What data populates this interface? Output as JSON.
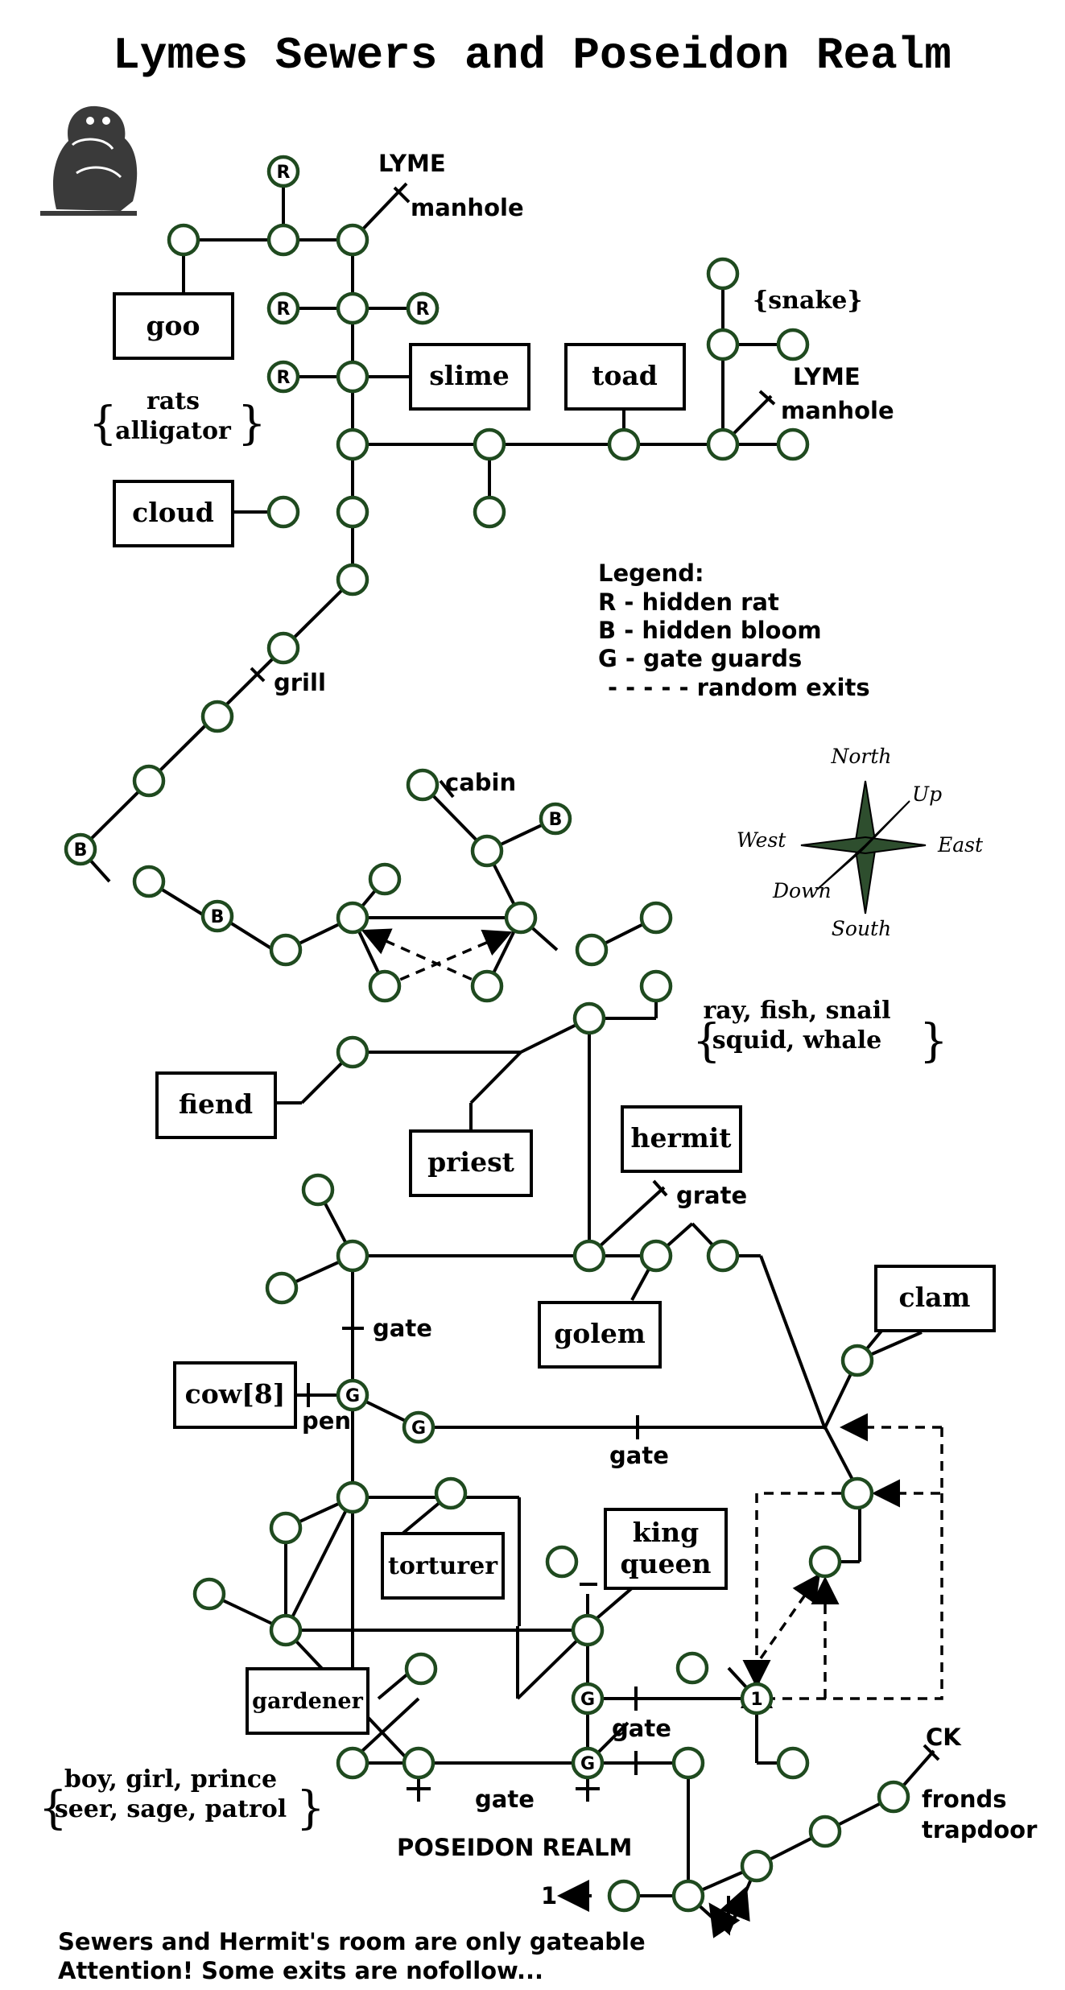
{
  "title": "Lymes Sewers and Poseidon Realm",
  "boxes": {
    "goo": "goo",
    "slime": "slime",
    "toad": "toad",
    "cloud": "cloud",
    "fiend": "fiend",
    "priest": "priest",
    "hermit": "hermit",
    "golem": "golem",
    "clam": "clam",
    "cow": "cow[8]",
    "torturer": "torturer",
    "king": "king",
    "queen": "queen",
    "gardener": "gardener"
  },
  "labels": {
    "lyme1": "LYME",
    "manhole1": "manhole",
    "lyme2": "LYME",
    "manhole2": "manhole",
    "snake": "{snake}",
    "grill": "grill",
    "cabin": "cabin",
    "grate": "grate",
    "gate1": "gate",
    "pen": "pen",
    "gate2": "gate",
    "gate3": "gate",
    "gate4": "gate",
    "realm": "POSEIDON REALM",
    "ck": "CK",
    "fronds": "fronds",
    "trapdoor": "trapdoor",
    "one_left": "1"
  },
  "groups": {
    "rats": [
      "rats",
      "alligator"
    ],
    "sea": [
      "ray, fish, snail",
      "squid, whale"
    ],
    "people": [
      "boy, girl, prince",
      "seer, sage, patrol"
    ]
  },
  "legend": {
    "header": "Legend:",
    "items": [
      "R - hidden rat",
      "B - hidden bloom",
      "G - gate guards",
      "- - - - -   random exits"
    ]
  },
  "compass": {
    "north": "North",
    "south": "South",
    "east": "East",
    "west": "West",
    "up": "Up",
    "down": "Down"
  },
  "special_nodes": {
    "rat": "R",
    "bloom": "B",
    "guard": "G",
    "one": "1"
  },
  "footer": [
    "Sewers and Hermit's room are only gateable",
    "Attention! Some exits are nofollow..."
  ],
  "colors": {
    "node_stroke": "#1f4a1f",
    "compass_fill": "#2e4e2e"
  }
}
